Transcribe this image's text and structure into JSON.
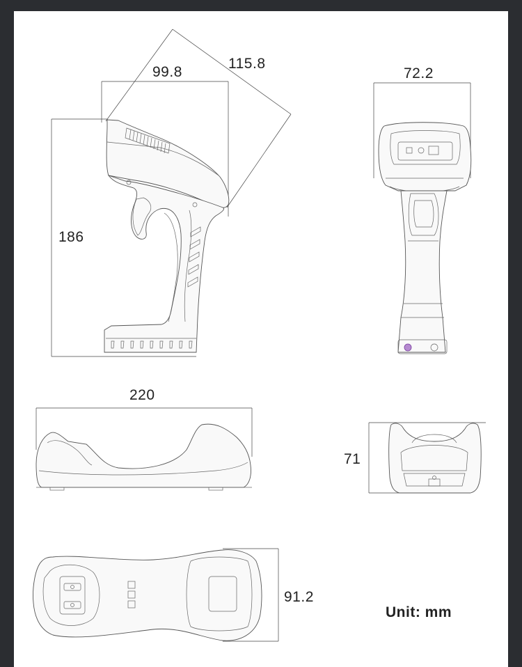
{
  "dimensions": {
    "top_width": "99.8",
    "diagonal_length": "115.8",
    "front_width": "72.2",
    "height": "186",
    "cradle_length": "220",
    "cradle_height": "71",
    "cradle_width": "91.2"
  },
  "unit_label": "Unit: mm",
  "colors": {
    "frame": "#2b2d31",
    "sheet": "#ffffff",
    "line": "#555555",
    "accent": "#7a3ea0"
  }
}
